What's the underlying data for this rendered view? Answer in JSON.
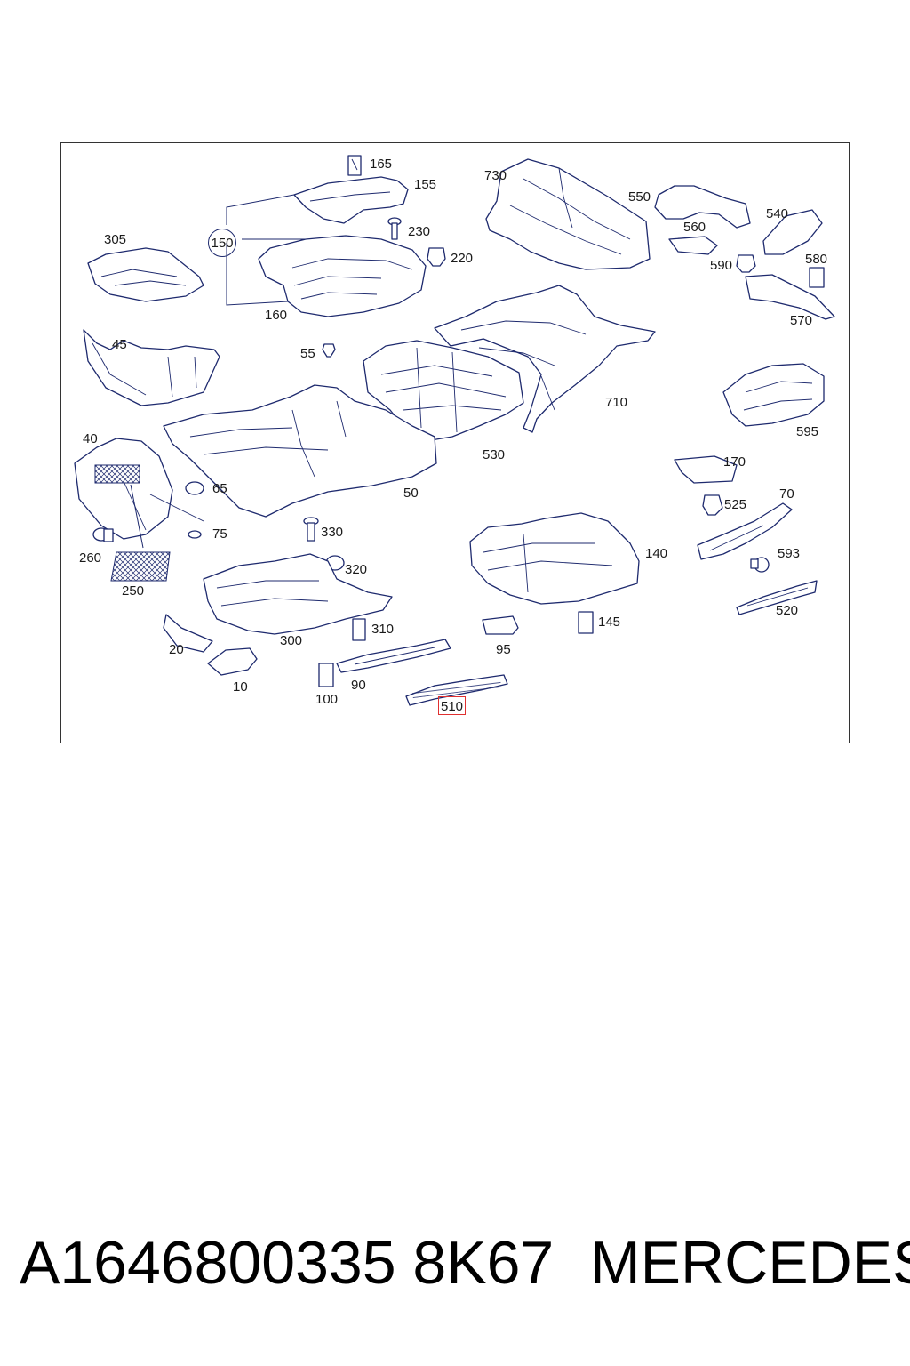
{
  "diagram": {
    "callouts": {
      "c10": "10",
      "c20": "20",
      "c40": "40",
      "c45": "45",
      "c50": "50",
      "c55": "55",
      "c65": "65",
      "c70": "70",
      "c75": "75",
      "c90": "90",
      "c95": "95",
      "c100": "100",
      "c140": "140",
      "c145": "145",
      "c150": "150",
      "c155": "155",
      "c160": "160",
      "c165": "165",
      "c170": "170",
      "c220": "220",
      "c230": "230",
      "c250": "250",
      "c260": "260",
      "c300": "300",
      "c305": "305",
      "c310": "310",
      "c320": "320",
      "c330": "330",
      "c510": "510",
      "c520": "520",
      "c525": "525",
      "c530": "530",
      "c540": "540",
      "c550": "550",
      "c560": "560",
      "c570": "570",
      "c580": "580",
      "c590": "590",
      "c593": "593",
      "c595": "595",
      "c710": "710",
      "c730": "730"
    },
    "highlighted_callout": "510",
    "highlight_color": "#e03030",
    "line_color": "#1e2a6e"
  },
  "footer": {
    "part_number": "A1646800335 8K67",
    "brand": "MERCEDES"
  }
}
